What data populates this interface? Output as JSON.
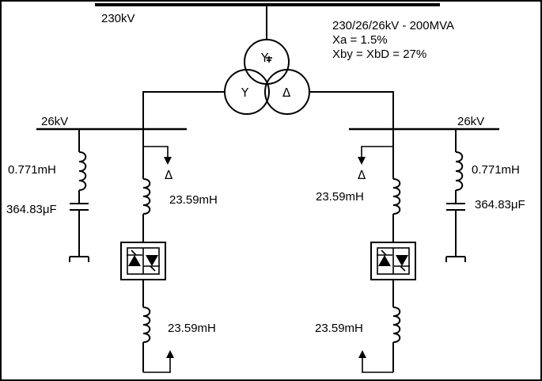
{
  "buses": {
    "hv": "230kV",
    "lv_left": "26kV",
    "lv_right": "26kV"
  },
  "transformer": {
    "rating": "230/26/26kV - 200MVA",
    "xa": "Xa = 1.5%",
    "xb": "Xby = XbD = 27%",
    "primary_symbol": "Y",
    "winding_y": "Y",
    "winding_delta": "Δ"
  },
  "left_branch": {
    "filter_inductance": "0.771mH",
    "filter_capacitance": "364.83μF",
    "upper_inductance": "23.59mH",
    "lower_inductance": "23.59mH",
    "delta_marker": "Δ"
  },
  "right_branch": {
    "filter_inductance": "0.771mH",
    "filter_capacitance": "364.83μF",
    "upper_inductance": "23.59mH",
    "lower_inductance": "23.59mH",
    "delta_marker": "Δ"
  }
}
